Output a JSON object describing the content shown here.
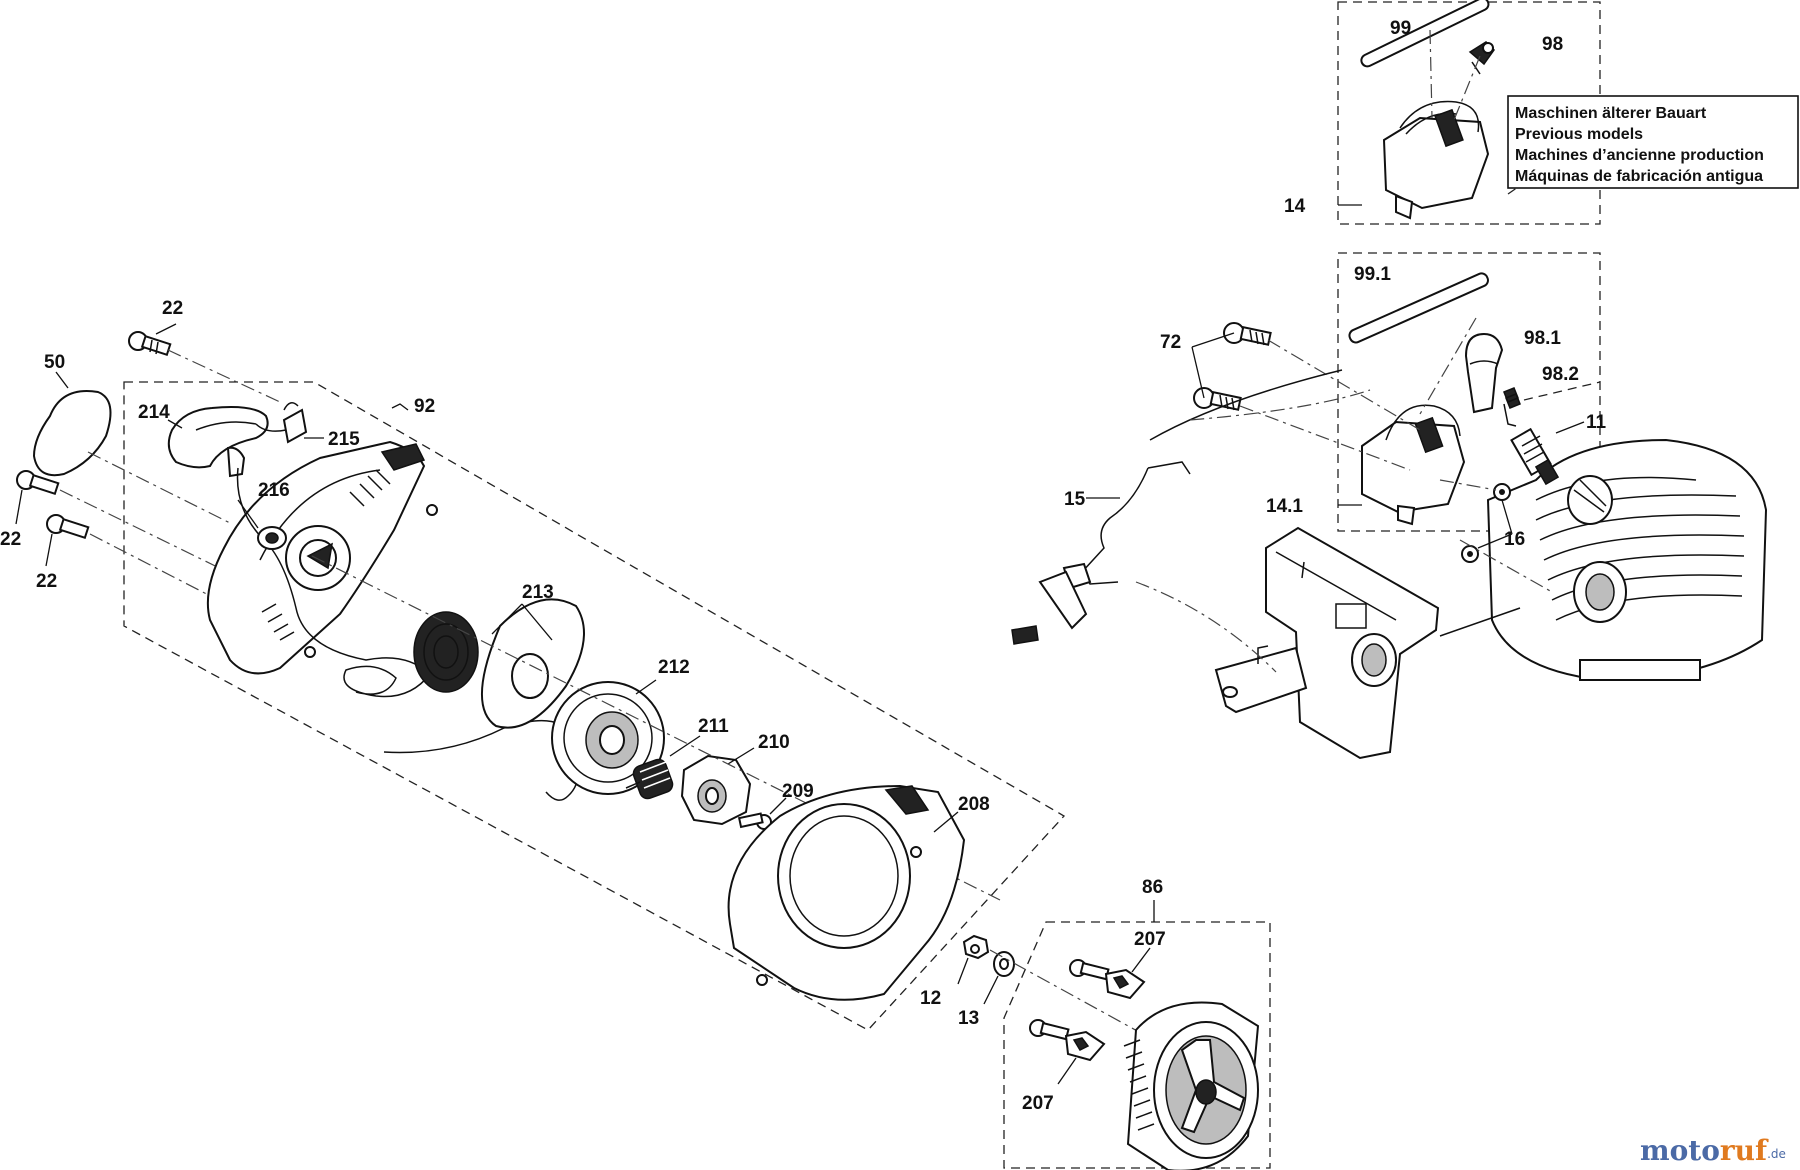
{
  "labels": {
    "p99": "99",
    "p98": "98",
    "p14": "14",
    "p991": "99.1",
    "p981": "98.1",
    "p982": "98.2",
    "p72": "72",
    "p11": "11",
    "p15": "15",
    "p141": "14.1",
    "p16": "16",
    "p22a": "22",
    "p22b": "22",
    "p22c": "22",
    "p50": "50",
    "p92": "92",
    "p214": "214",
    "p215": "215",
    "p216": "216",
    "p213": "213",
    "p212": "212",
    "p211": "211",
    "p210": "210",
    "p209": "209",
    "p208": "208",
    "p86": "86",
    "p207a": "207",
    "p207b": "207",
    "p12": "12",
    "p13": "13"
  },
  "note": {
    "line1": "Maschinen älterer Bauart",
    "line2": "Previous models",
    "line3": "Machines d’ancienne production",
    "line4": "Máquinas de fabricación antigua"
  },
  "watermark": {
    "brand_a": "moto",
    "brand_b": "ruf",
    "suffix": ".de"
  }
}
